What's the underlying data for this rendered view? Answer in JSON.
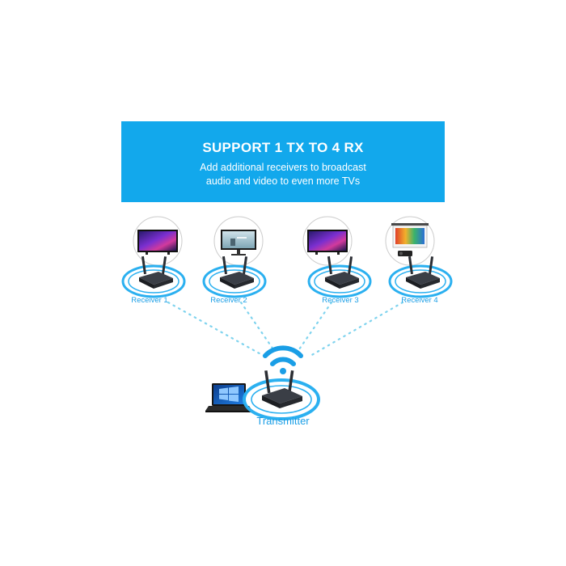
{
  "banner": {
    "title": "SUPPORT 1 TX TO 4 RX",
    "subtitle_line1": "Add additional receivers to broadcast",
    "subtitle_line2": "audio and video to even more TVs"
  },
  "receivers": [
    {
      "label": "Receiver 1",
      "display": "tv-icon"
    },
    {
      "label": "Receiver 2",
      "display": "monitor-icon"
    },
    {
      "label": "Receiver 3",
      "display": "tv-icon"
    },
    {
      "label": "Receiver 4",
      "display": "projector-screen-icon"
    }
  ],
  "transmitter": {
    "label": "Transmitter",
    "source": "laptop-icon"
  },
  "colors": {
    "banner": "#12a8ec",
    "accent": "#1a9ee6",
    "ring": "#2bb0f0",
    "dots": "#7fd3ee",
    "device": "#2a2d33"
  }
}
